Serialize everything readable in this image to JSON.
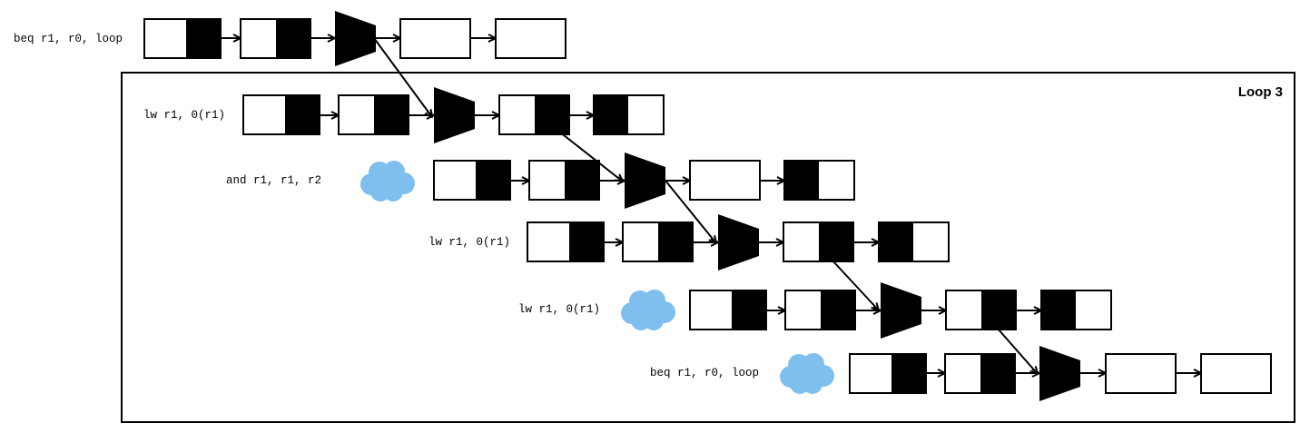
{
  "diagram": {
    "loop_label": "Loop 3",
    "colors": {
      "stroke": "#000000",
      "latch_fill": "#000000",
      "cloud": "#7fbfee",
      "background": "#ffffff"
    },
    "icons": [
      "alu-trapezoid",
      "pipeline-latch",
      "bubble-cloud"
    ],
    "instructions": [
      {
        "text": "beq r1, r0, loop",
        "stall": false,
        "in_loop": false
      },
      {
        "text": "lw r1, 0(r1)",
        "stall": false,
        "in_loop": true
      },
      {
        "text": "and r1, r1, r2",
        "stall": true,
        "in_loop": true
      },
      {
        "text": "lw r1, 0(r1)",
        "stall": false,
        "in_loop": true
      },
      {
        "text": "lw r1, 0(r1)",
        "stall": true,
        "in_loop": true
      },
      {
        "text": "beq r1, r0, loop",
        "stall": true,
        "in_loop": true
      }
    ]
  }
}
